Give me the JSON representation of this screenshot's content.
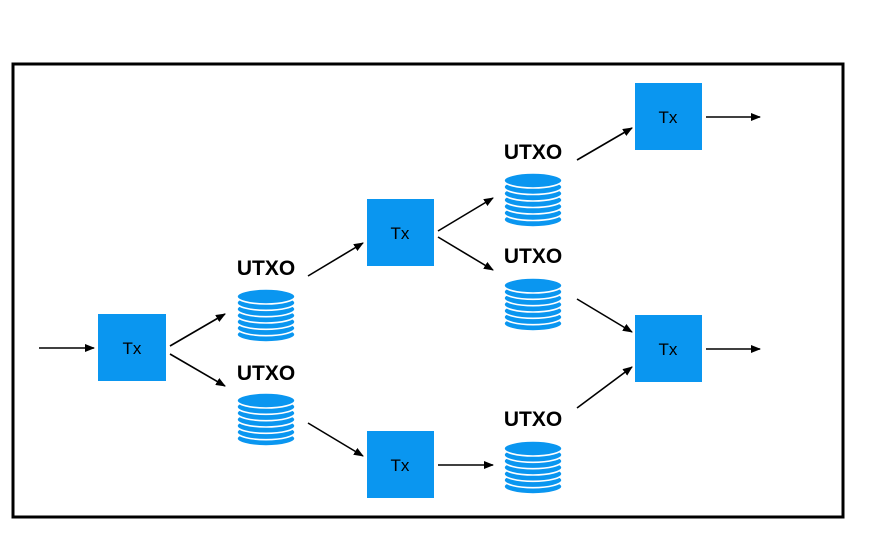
{
  "colors": {
    "tx_fill": "#0a96f0",
    "utxo_fill": "#0a96f0",
    "utxo_line": "#ffffff",
    "arrow": "#000000",
    "frame": "#000000"
  },
  "nodes": {
    "tx1": {
      "label": "Tx"
    },
    "tx2": {
      "label": "Tx"
    },
    "tx3": {
      "label": "Tx"
    },
    "tx4": {
      "label": "Tx"
    },
    "tx5": {
      "label": "Tx"
    },
    "utxo1": {
      "label": "UTXO"
    },
    "utxo2": {
      "label": "UTXO"
    },
    "utxo3": {
      "label": "UTXO"
    },
    "utxo4": {
      "label": "UTXO"
    },
    "utxo5": {
      "label": "UTXO"
    }
  },
  "edges": [
    [
      "input",
      "tx1"
    ],
    [
      "tx1",
      "utxo1"
    ],
    [
      "tx1",
      "utxo2"
    ],
    [
      "utxo1",
      "tx2"
    ],
    [
      "utxo2",
      "tx3"
    ],
    [
      "tx2",
      "utxo3"
    ],
    [
      "tx2",
      "utxo4"
    ],
    [
      "tx3",
      "utxo5"
    ],
    [
      "utxo3",
      "tx4"
    ],
    [
      "utxo4",
      "tx5"
    ],
    [
      "utxo5",
      "tx5"
    ],
    [
      "tx4",
      "output"
    ],
    [
      "tx5",
      "output"
    ]
  ]
}
